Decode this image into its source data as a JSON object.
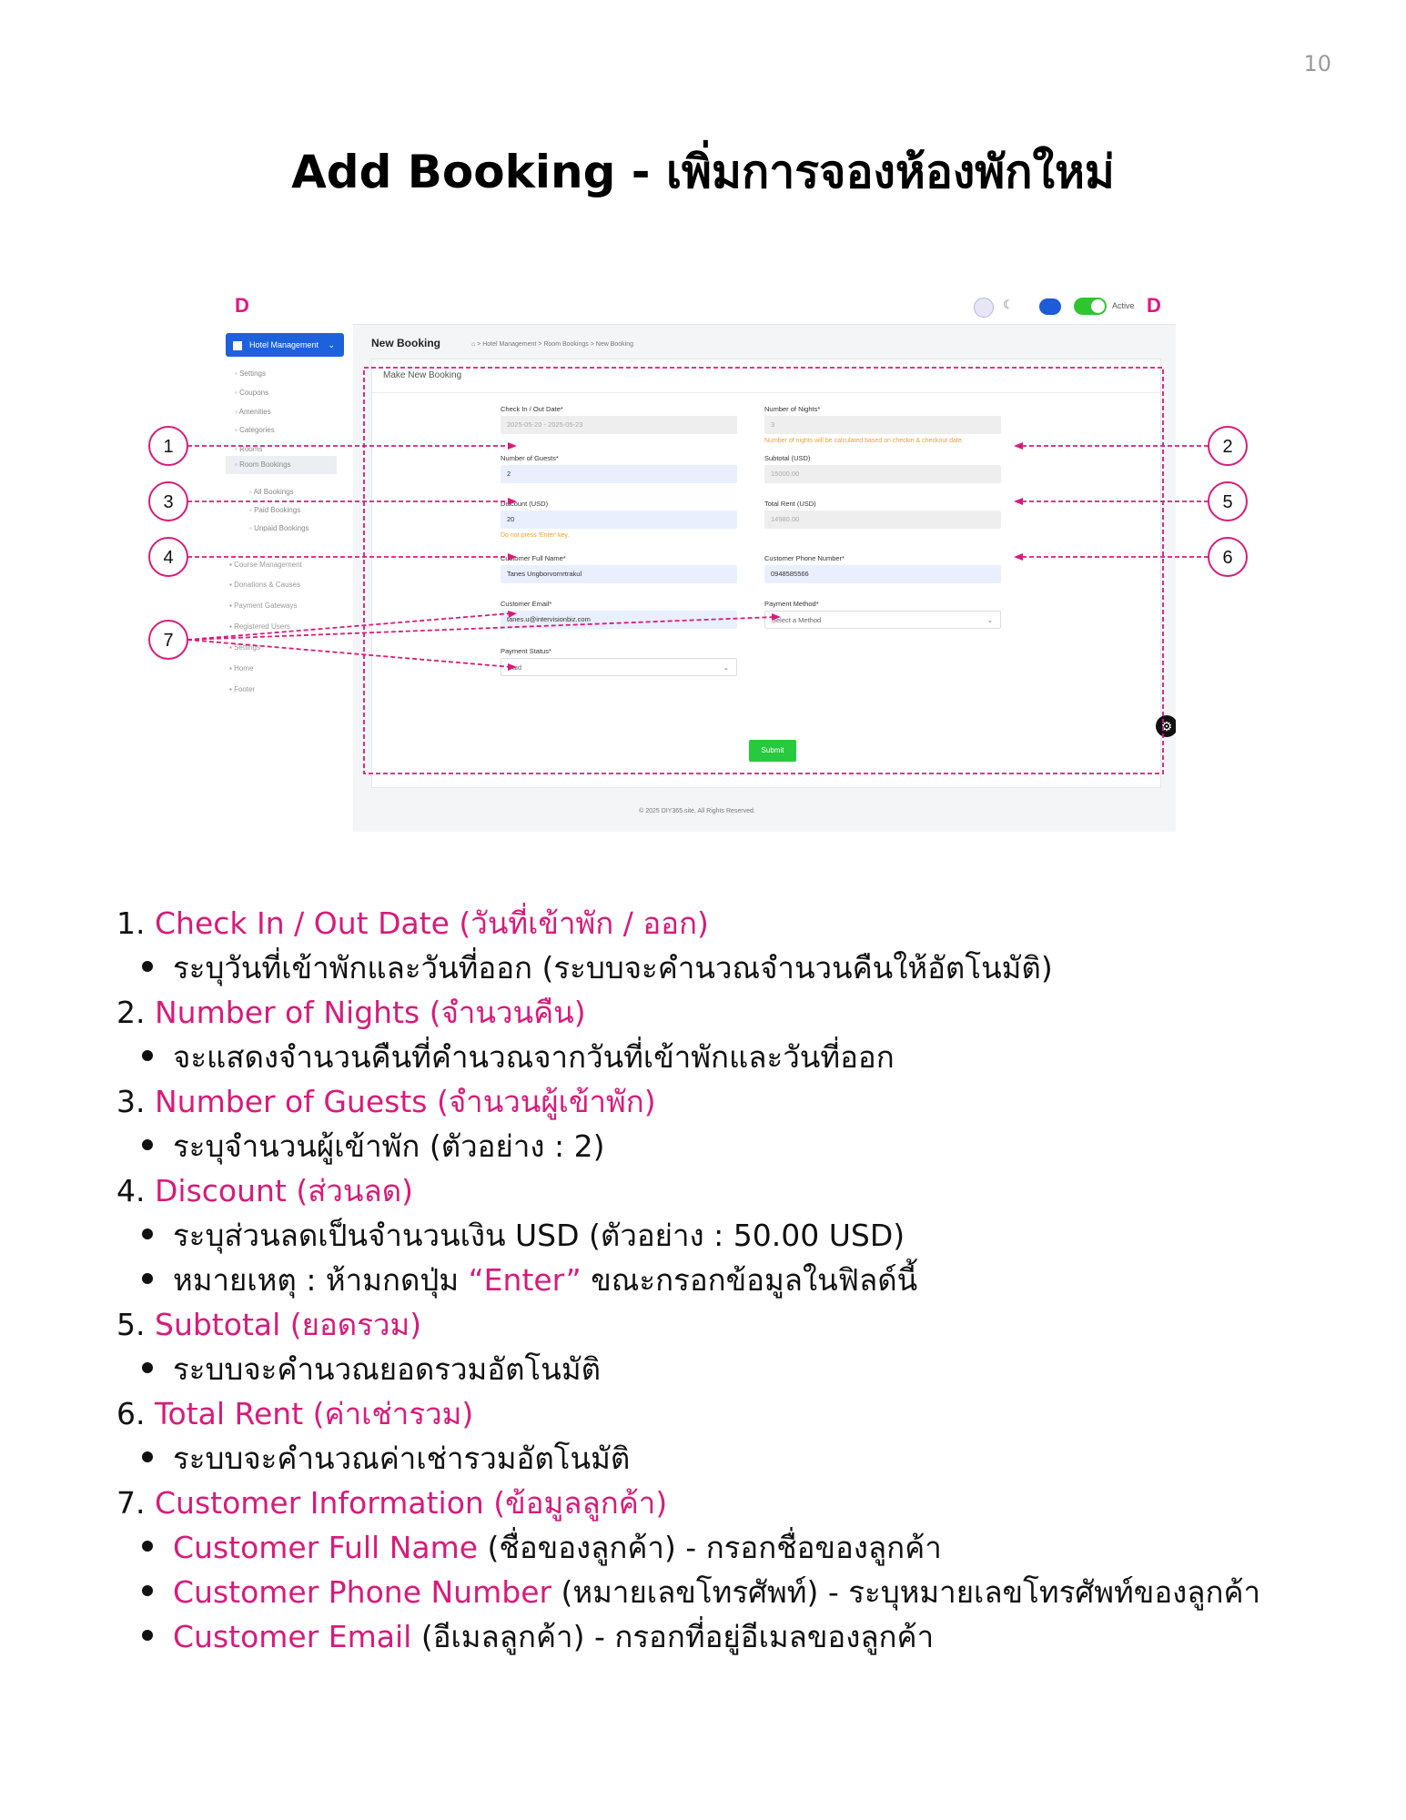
{
  "page": {
    "number": "10",
    "title": "Add Booking - เพิ่มการจองห้องพักใหม่"
  },
  "screenshot": {
    "topbar": {
      "logo": "D",
      "status_label": "Active"
    },
    "sidebar": {
      "main_item": "Hotel Management",
      "items": [
        "Settings",
        "Coupons",
        "Amenities",
        "Categories",
        "Rooms",
        "Room Bookings"
      ],
      "sub_items": [
        "All Bookings",
        "Paid Bookings",
        "Unpaid Bookings"
      ],
      "groups": [
        "Course Management",
        "Donations & Causes",
        "Payment Gateways",
        "Registered Users",
        "Settings",
        "Home",
        "Footer"
      ]
    },
    "header": {
      "title": "New Booking",
      "breadcrumb": [
        "Hotel Management",
        "Room Bookings",
        "New Booking"
      ]
    },
    "form": {
      "card_title": "Make New Booking",
      "checkin": {
        "label": "Check In / Out Date*",
        "value": "2025-05-20 - 2025-05-23"
      },
      "nights": {
        "label": "Number of Nights*",
        "value": "3",
        "note": "Number of nights will be calculated based on checkin & checkout date."
      },
      "guests": {
        "label": "Number of Guests*",
        "value": "2"
      },
      "subtotal": {
        "label": "Subtotal (USD)",
        "value": "15000.00"
      },
      "discount": {
        "label": "Discount (USD)",
        "value": "20",
        "note": "Do not press 'Enter' key."
      },
      "total": {
        "label": "Total Rent (USD)",
        "value": "14980.00"
      },
      "name": {
        "label": "Customer Full Name*",
        "value": "Tanes Ungborvornrtrakul"
      },
      "phone": {
        "label": "Customer Phone Number*",
        "value": "0948585566"
      },
      "email": {
        "label": "Customer Email*",
        "value": "tanes.u@intervisionbiz.com"
      },
      "payment_method": {
        "label": "Payment Method*",
        "value": "Select a Method"
      },
      "payment_status": {
        "label": "Payment Status*",
        "value": "Paid"
      },
      "submit": "Submit"
    },
    "footer": "© 2025 DIY365.site, All Rights Reserved.",
    "callouts": [
      "1",
      "2",
      "3",
      "4",
      "5",
      "6",
      "7"
    ]
  },
  "list": {
    "i1": {
      "num": "1.",
      "title": "Check In / Out Date (วันที่เข้าพัก / ออก)",
      "b1": "ระบุวันที่เข้าพักและวันที่ออก (ระบบจะคำนวณจำนวนคืนให้อัตโนมัติ)"
    },
    "i2": {
      "num": "2.",
      "title": "Number of Nights (จำนวนคืน)",
      "b1": "จะแสดงจำนวนคืนที่คำนวณจากวันที่เข้าพักและวันที่ออก"
    },
    "i3": {
      "num": "3.",
      "title": "Number of Guests (จำนวนผู้เข้าพัก)",
      "b1": "ระบุจำนวนผู้เข้าพัก (ตัวอย่าง : 2)"
    },
    "i4": {
      "num": "4.",
      "title": "Discount (ส่วนลด)",
      "b1": "ระบุส่วนลดเป็นจำนวนเงิน USD (ตัวอย่าง : 50.00 USD)",
      "b2_pre": "หมายเหตุ : ห้ามกดปุ่ม ",
      "b2_hl": "“Enter”",
      "b2_post": " ขณะกรอกข้อมูลในฟิลด์นี้"
    },
    "i5": {
      "num": "5.",
      "title": "Subtotal (ยอดรวม)",
      "b1": "ระบบจะคำนวณยอดรวมอัตโนมัติ"
    },
    "i6": {
      "num": "6.",
      "title": "Total Rent (ค่าเช่ารวม)",
      "b1": "ระบบจะคำนวณค่าเช่ารวมอัตโนมัติ"
    },
    "i7": {
      "num": "7.",
      "title": "Customer Information (ข้อมูลลูกค้า)",
      "b1_hl": "Customer Full Name",
      "b1_post": " (ชื่อของลูกค้า) - กรอกชื่อของลูกค้า",
      "b2_hl": "Customer Phone Number",
      "b2_post": " (หมายเลขโทรศัพท์) - ระบุหมายเลขโทรศัพท์ของลูกค้า",
      "b3_hl": "Customer Email",
      "b3_post": " (อีเมลลูกค้า) - กรอกที่อยู่อีเมลของลูกค้า"
    }
  },
  "colors": {
    "accent": "#d81b7a",
    "primary": "#1d62dc",
    "success": "#27c93f"
  }
}
